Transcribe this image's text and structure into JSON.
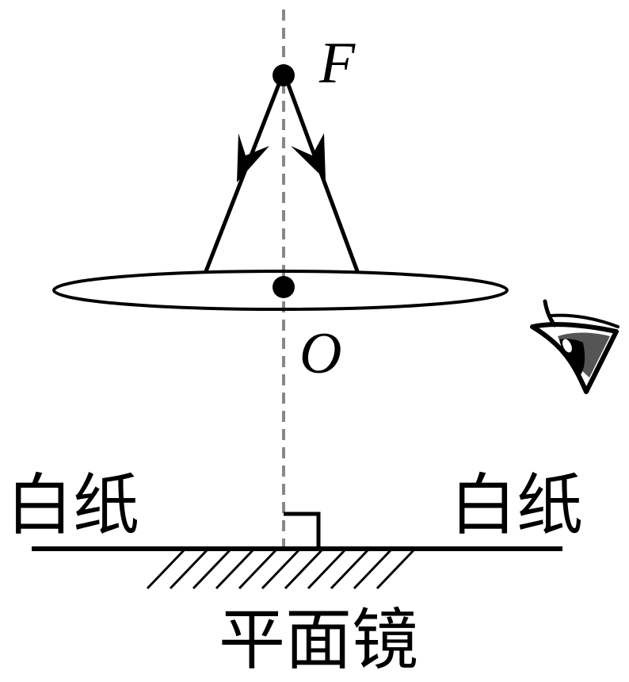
{
  "labels": {
    "focus": "F",
    "optical_center": "O",
    "paper_left": "白纸",
    "paper_right": "白纸",
    "mirror": "平面镜"
  },
  "colors": {
    "ink": "#000000",
    "axis": "#888888",
    "eye_iris": "#555555",
    "background": "#ffffff"
  },
  "icons": {
    "eye": "eye-icon"
  }
}
